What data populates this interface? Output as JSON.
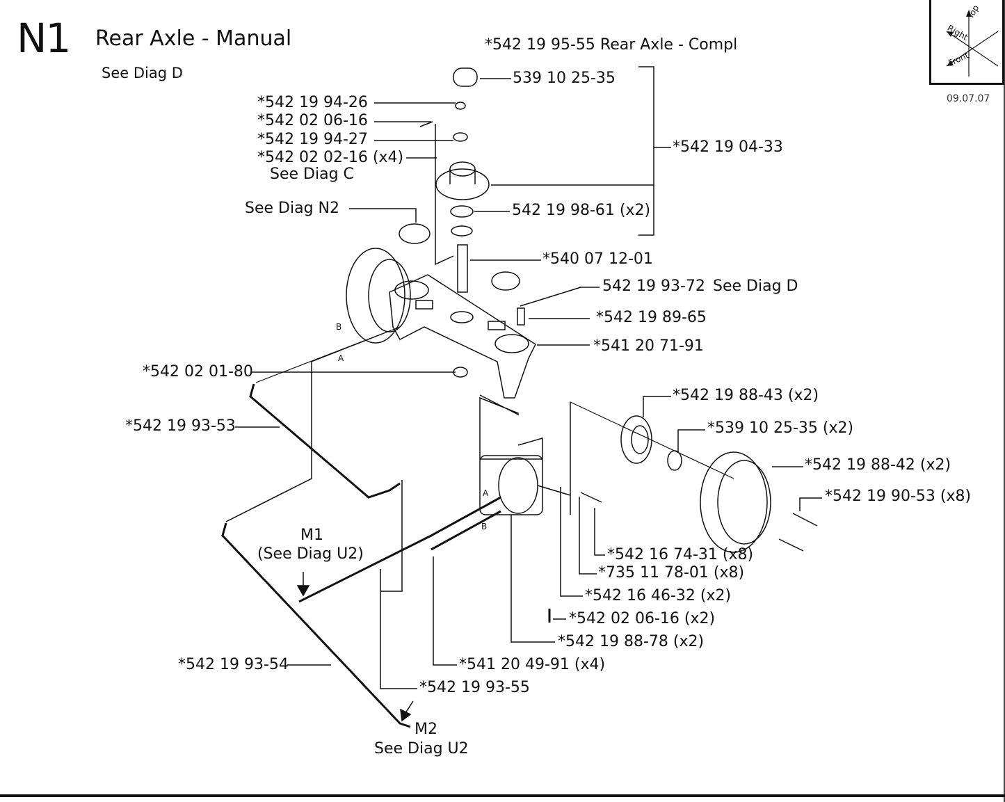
{
  "header": {
    "code": "N1",
    "title": "Rear Axle - Manual",
    "see_ref": "See Diag D",
    "date": "09.07.07"
  },
  "orientation": {
    "top": "Top",
    "right": "Right",
    "front": "Front"
  },
  "callouts": {
    "rear_axle_compl": "*542 19 95-55 Rear Axle - Compl",
    "cap_top": "539 10 25-35",
    "nut_top": "*542 19 94-26",
    "pin_top": "*542 02 06-16",
    "washer_top": "*542 19 94-27",
    "bolt_hub": "*542 02 02-16 (x4)",
    "see_diag_c": "See Diag C",
    "kit_hub": "*542 19 04-33",
    "see_diag_n2": "See Diag N2",
    "bearing": "542 19 98-61 (x2)",
    "spindle": "*540 07 12-01",
    "bolt_long": "542 19 93-72",
    "see_diag_d2": "See Diag D",
    "pin_small": "*542 19 89-65",
    "axle_housing": "*541 20 71-91",
    "nut_lock": "*542 02 01-80",
    "hose_a": "*542 19 93-53",
    "hub_right": "*542 19 88-43 (x2)",
    "cap_right": "*539 10 25-35 (x2)",
    "wheel_right": "*542 19 88-42 (x2)",
    "bolt_wheel": "*542 19 90-53 (x8)",
    "m1": "M1",
    "m1_see": "(See Diag U2)",
    "screw_motor": "*542 16 74-31 (x8)",
    "washer_motor": "*735 11 78-01 (x8)",
    "key_motor": "*542 16 46-32 (x2)",
    "pin_motor": "*542 02 06-16 (x2)",
    "motor": "*542 19 88-78 (x2)",
    "fitting": "*541 20 49-91 (x4)",
    "hose_b": "*542 19 93-54",
    "hose_c": "*542 19 93-55",
    "m2": "M2",
    "m2_see": "See Diag U2",
    "port_a1": "A",
    "port_b1": "B",
    "port_a2": "A",
    "port_b2": "B"
  }
}
